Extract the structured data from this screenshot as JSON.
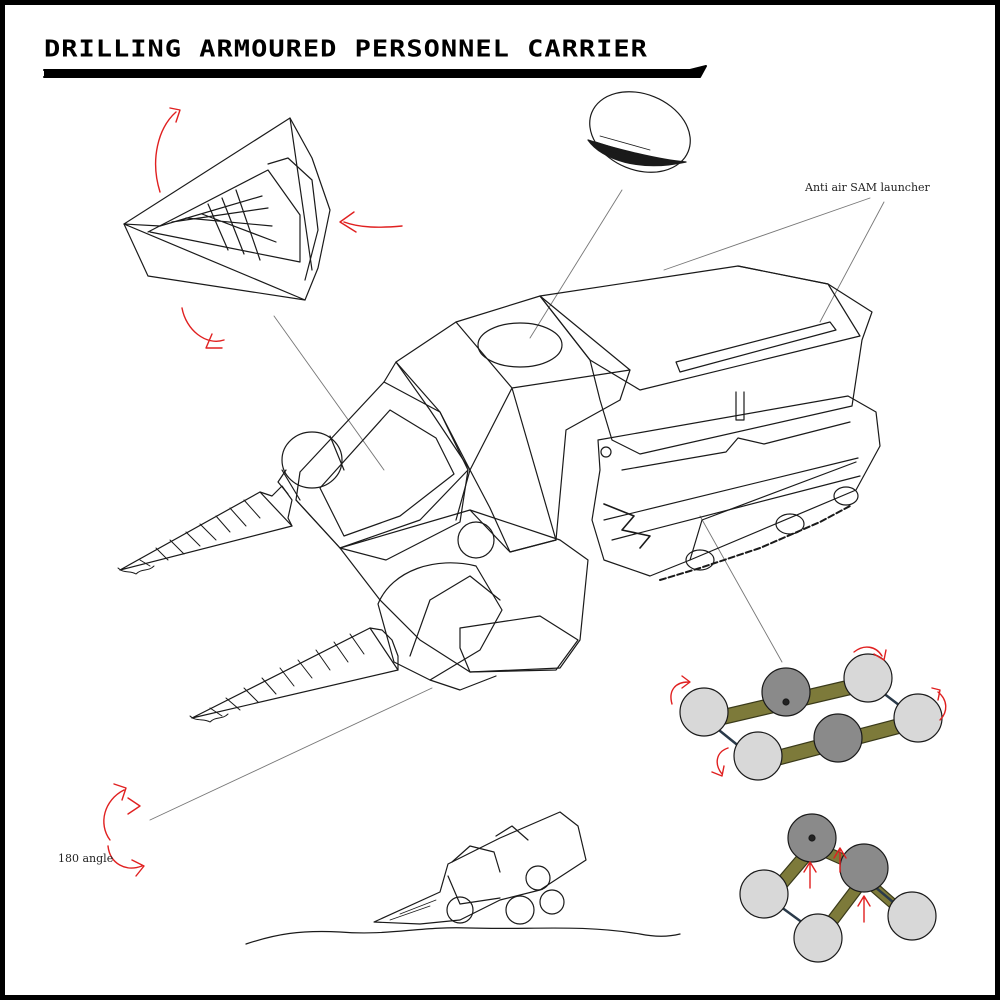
{
  "title": "DRILLING ARMOURED PERSONNEL CARRIER",
  "annotations": {
    "sam_launcher": "Anti air SAM launcher",
    "rotation": "180 angle"
  },
  "colors": {
    "frame": "#000000",
    "paper": "#ffffff",
    "line_art": "#1a1a1a",
    "rotation_arrows": "#e02020",
    "suspension_arm": "#7d7a3a",
    "wheel_light": "#d8d8d8",
    "wheel_dark": "#8a8a8a"
  }
}
